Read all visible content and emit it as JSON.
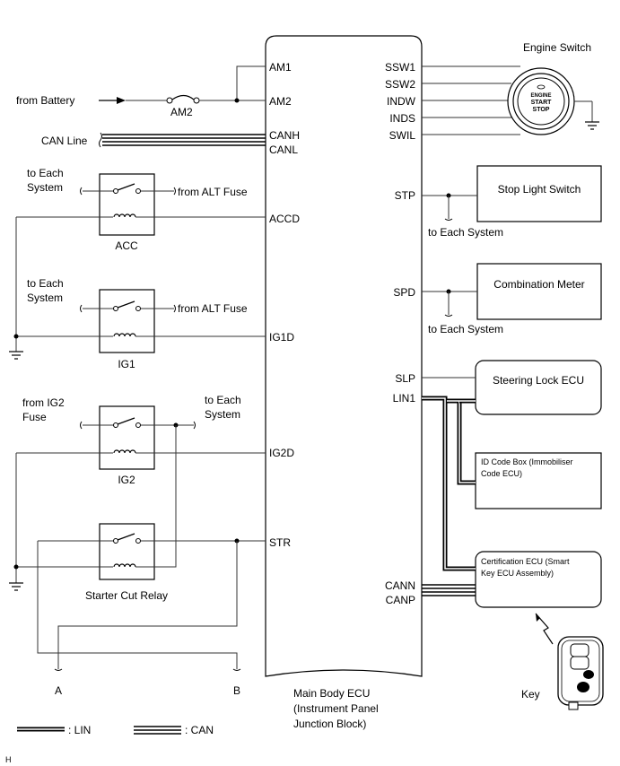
{
  "ecu": {
    "pins_left": [
      "AM1",
      "AM2",
      "CANH",
      "CANL",
      "ACCD",
      "IG1D",
      "IG2D",
      "STR"
    ],
    "pins_right": [
      "SSW1",
      "SSW2",
      "INDW",
      "INDS",
      "SWIL",
      "STP",
      "SPD",
      "SLP",
      "LIN1",
      "CANN",
      "CANP"
    ],
    "caption": [
      "Main Body ECU",
      "(Instrument Panel",
      "Junction Block)"
    ]
  },
  "left": {
    "from_battery": "from Battery",
    "fuse_am2": "AM2",
    "can_line": "CAN Line",
    "to_each_system": [
      "to Each",
      "System"
    ],
    "from_alt_fuse": "from ALT Fuse",
    "relay_acc": "ACC",
    "relay_ig1": "IG1",
    "from_ig2_fuse": [
      "from IG2",
      "Fuse"
    ],
    "relay_ig2": "IG2",
    "relay_starter": "Starter Cut Relay",
    "point_a": "A",
    "point_b": "B"
  },
  "right": {
    "engine_switch": "Engine Switch",
    "engine_button": [
      "ENGINE",
      "START",
      "STOP"
    ],
    "stop_light_switch": "Stop Light Switch",
    "combination_meter": "Combination Meter",
    "to_each_system": "to Each System",
    "steering_lock_ecu": "Steering Lock ECU",
    "id_code_box": [
      "ID Code Box (Immobiliser",
      "Code ECU)"
    ],
    "certification_ecu": [
      "Certification ECU (Smart",
      "Key ECU Assembly)"
    ],
    "key": "Key"
  },
  "legend": {
    "lin": ": LIN",
    "can": ": CAN"
  },
  "corner_mark": "H"
}
